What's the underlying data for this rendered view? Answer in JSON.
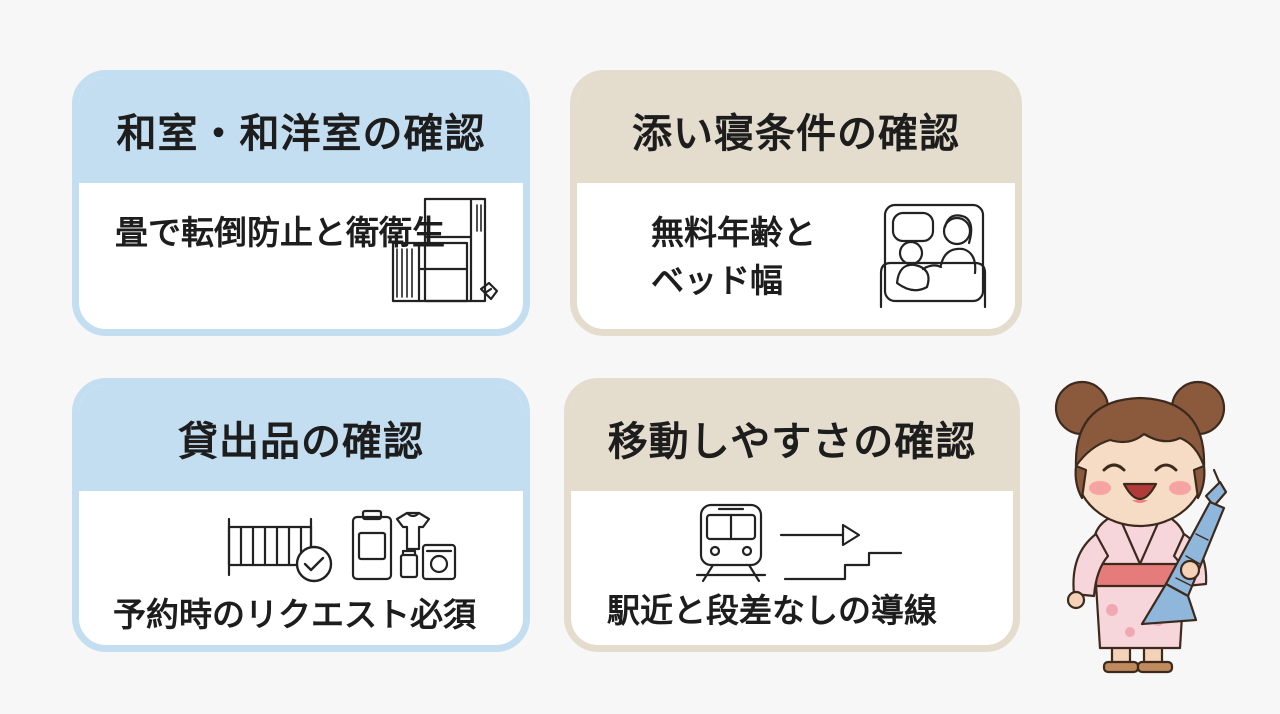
{
  "cards": [
    {
      "title": "和室・和洋室の確認",
      "text": "畳で転倒防止と衛衛生",
      "icon": "tatami-room-icon",
      "color": "#c3def0"
    },
    {
      "title": "添い寝条件の確認",
      "text_line1": "無料年齢と",
      "text_line2": "ベッド幅",
      "icon": "co-sleeping-icon",
      "color": "#e4dccd"
    },
    {
      "title": "貸出品の確認",
      "text": "予約時のリクエスト必須",
      "icons": [
        "crib-icon",
        "check-icon",
        "rental-items-icon"
      ],
      "color": "#c3def0"
    },
    {
      "title": "移動しやすさの確認",
      "text": "駅近と段差なしの導線",
      "icons": [
        "train-icon",
        "arrow-right-icon",
        "stairs-icon"
      ],
      "color": "#e4dccd"
    }
  ],
  "mascot": "yukata-girl-with-tower-icon"
}
